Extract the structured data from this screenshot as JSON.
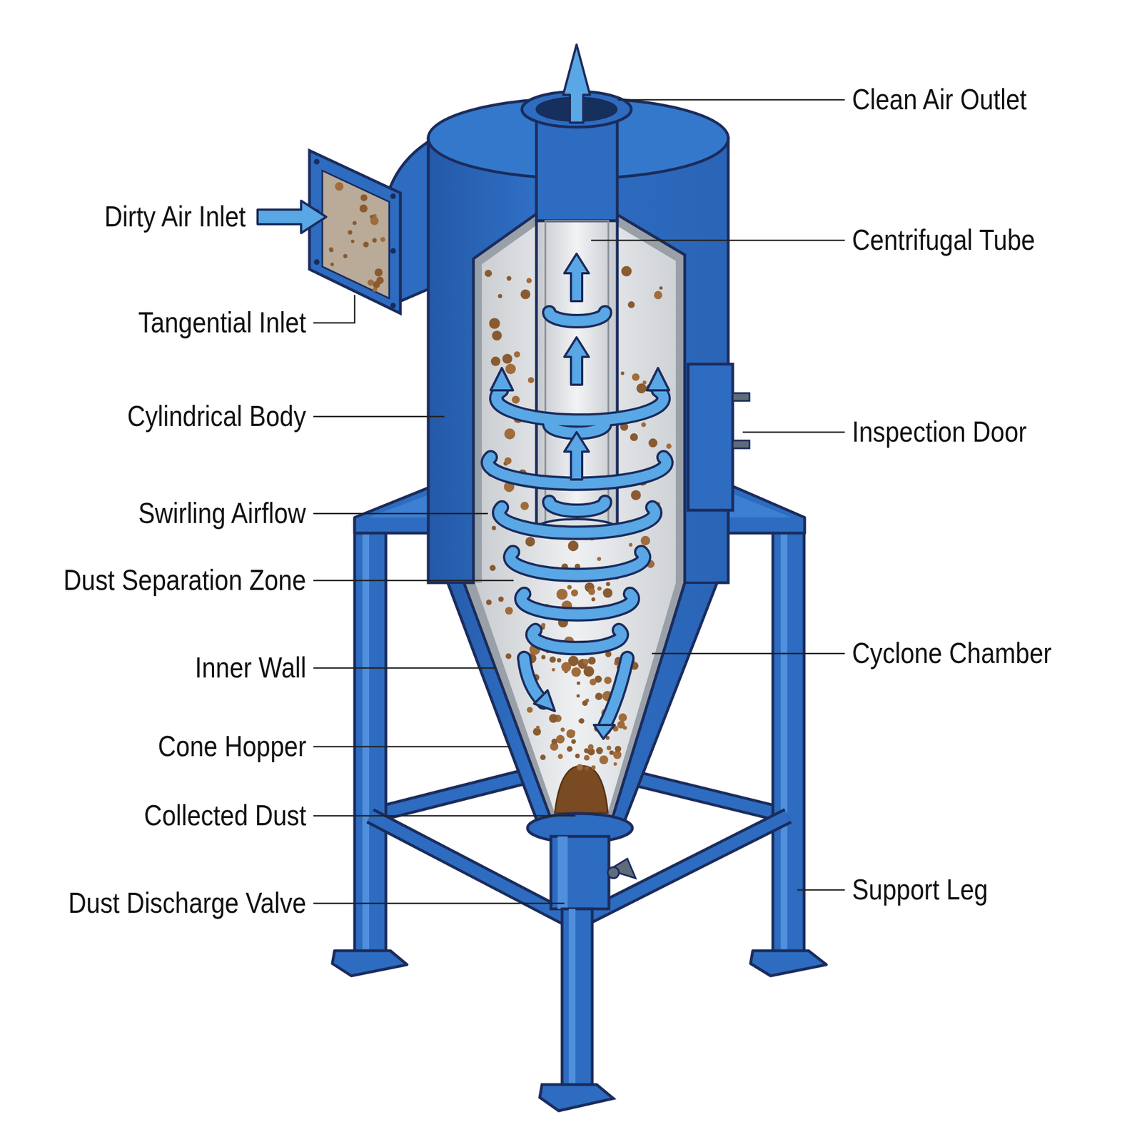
{
  "diagram": {
    "labels": [
      "Clean Air Outlet",
      "Dirty Air Inlet",
      "Centrifugal Tube",
      "Tangential Inlet",
      "Cylindrical Body",
      "Inspection Door",
      "Swirling Airflow",
      "Dust Separation Zone",
      "Inner Wall",
      "Cyclone Chamber",
      "Cone Hopper",
      "Collected Dust",
      "Dust Discharge Valve",
      "Support Leg"
    ]
  }
}
